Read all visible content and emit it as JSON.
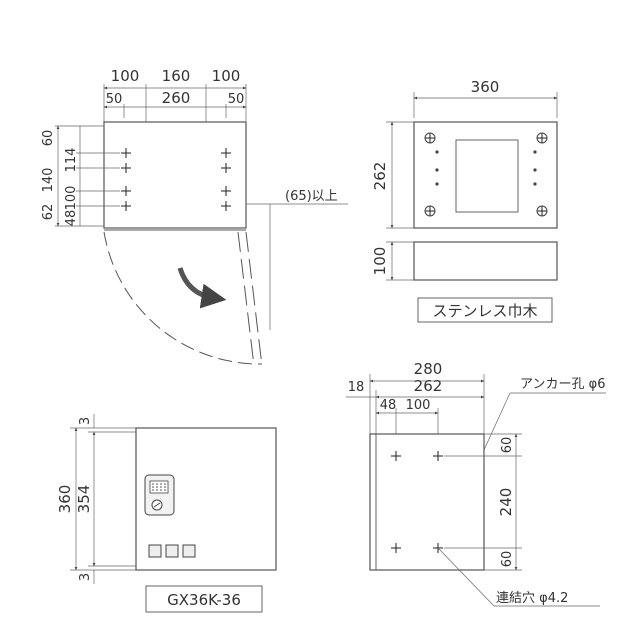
{
  "top_view": {
    "dims_top": [
      "100",
      "160",
      "100"
    ],
    "dims_second": [
      "50",
      "260",
      "50"
    ],
    "dims_left": [
      "60",
      "114",
      "140",
      "100",
      "62",
      "48"
    ],
    "clearance_label": "(65)以上"
  },
  "plinth_view": {
    "width": "360",
    "height": "262",
    "plinth_height": "100",
    "caption": "ステンレス巾木"
  },
  "front_view": {
    "height_total": "360",
    "height_inner": "354",
    "top_gap": "3",
    "bottom_gap": "3",
    "model": "GX36K-36"
  },
  "side_view": {
    "width_total": "280",
    "width_inner": "262",
    "offset": "18",
    "hole_offsets": [
      "48",
      "100"
    ],
    "vertical_dims": [
      "60",
      "240",
      "60"
    ],
    "anchor_label": "アンカー孔 φ6",
    "connect_label": "連結穴 φ4.2"
  }
}
